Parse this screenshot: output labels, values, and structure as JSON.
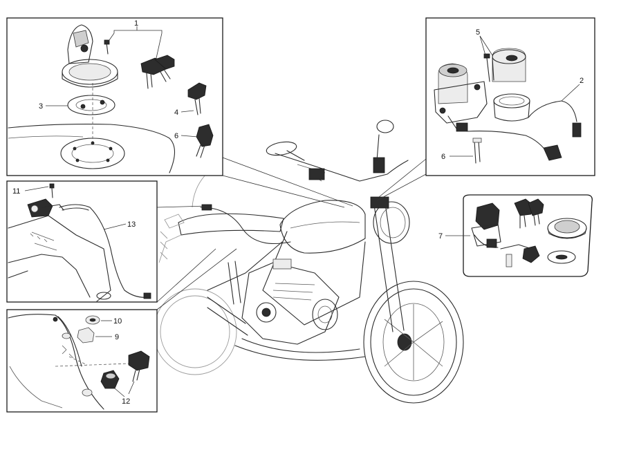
{
  "callouts": {
    "c1": "1",
    "c2": "2",
    "c3": "3",
    "c4": "4",
    "c5": "5",
    "c6a": "6",
    "c6b": "6",
    "c7": "7",
    "c9": "9",
    "c10": "10",
    "c11": "11",
    "c12": "12",
    "c13": "13"
  },
  "colors": {
    "line": "#2b2b2b",
    "background": "#ffffff",
    "part_fill": "#2d2d2d"
  }
}
